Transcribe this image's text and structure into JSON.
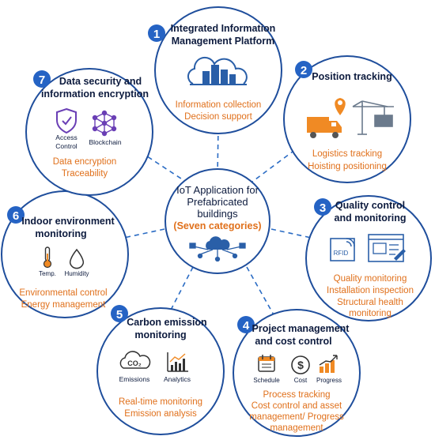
{
  "colors": {
    "circle_stroke": "#1f4e9c",
    "badge_fill": "#2563c4",
    "title_text": "#0d1b3e",
    "sub_text": "#e0701b",
    "connector": "#2b6cc4",
    "icon_blue": "#2a5fa8",
    "icon_orange": "#f08a24",
    "icon_purple": "#6a3fb5"
  },
  "center": {
    "title": [
      "IoT Application for",
      "Prefabricated",
      "buildings"
    ],
    "subtitle": "(Seven categories)"
  },
  "nodes": [
    {
      "number": "1",
      "title": [
        "Integrated Information",
        "Management Platform"
      ],
      "items": [
        "Information collection",
        "Decision support"
      ],
      "icons": []
    },
    {
      "number": "2",
      "title": [
        "Position tracking"
      ],
      "items": [
        "Logistics tracking",
        "Hoisting positioning"
      ],
      "icons": []
    },
    {
      "number": "3",
      "title": [
        "Quality control",
        "and monitoring"
      ],
      "items": [
        "Quality monitoring",
        "Installation inspection",
        "Structural health",
        "monitoring"
      ],
      "icons": [
        "RFID"
      ]
    },
    {
      "number": "4",
      "title": [
        "Project management",
        "and cost control"
      ],
      "items": [
        "Process tracking",
        "Cost control and asset",
        "management/ Progress",
        "management"
      ],
      "icons": [
        "Schedule",
        "Cost",
        "Progress"
      ]
    },
    {
      "number": "5",
      "title": [
        "Carbon emission",
        "monitoring"
      ],
      "items": [
        "Real-time monitoring",
        "Emission analysis"
      ],
      "icons": [
        "Emissions",
        "Analytics"
      ]
    },
    {
      "number": "6",
      "title": [
        "Indoor environment",
        "monitoring"
      ],
      "items": [
        "Environmental control",
        "Energy management"
      ],
      "icons": [
        "Temp.",
        "Humidity"
      ]
    },
    {
      "number": "7",
      "title": [
        "Data security and",
        "information encryption"
      ],
      "items": [
        "Data encryption",
        "Traceability"
      ],
      "icons": [
        "Access",
        "Control",
        "Blockchain"
      ]
    }
  ]
}
